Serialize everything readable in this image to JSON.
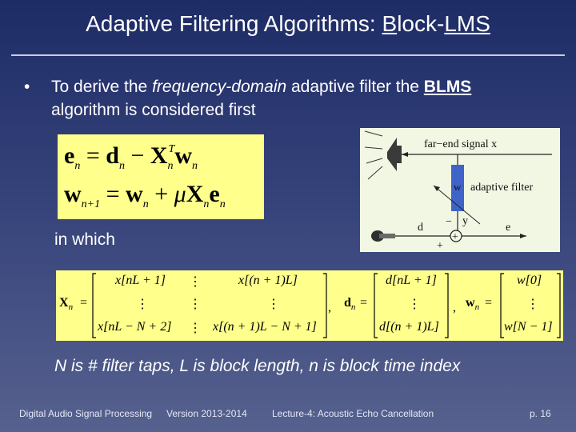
{
  "title": {
    "prefix": "Adaptive Filtering Algorithms: ",
    "b": "B",
    "dash": "lock-",
    "lms": "LMS"
  },
  "bullet": {
    "pre": "To derive the ",
    "em": "frequency-domain",
    "mid": " adaptive filter the ",
    "strong": "BLMS",
    "post": "algorithm is considered first"
  },
  "equations": {
    "eq1": {
      "lhs": "e",
      "lhs_sub": "n",
      "eq": "=",
      "d": "d",
      "d_sub": "n",
      "minus": "−",
      "X": "X",
      "X_sub": "n",
      "X_sup": "T",
      "w": "w",
      "w_sub": "n"
    },
    "eq2": {
      "lhs": "w",
      "lhs_sub": "n+1",
      "eq": "=",
      "w": "w",
      "w_sub": "n",
      "plus": "+",
      "mu": "μ",
      "X": "X",
      "X_sub": "n",
      "e": "e",
      "e_sub": "n"
    }
  },
  "figure": {
    "far_end": "far−end signal x",
    "w": "w",
    "adaptive": "adaptive filter",
    "d": "d",
    "y": "y",
    "e": "e",
    "minus": "−",
    "plus": "+",
    "plus2": "+"
  },
  "in_which": "in which",
  "matrices": {
    "Xn": "X",
    "Xn_sub": "n",
    "eq": "=",
    "r1c1": "x[nL + 1]",
    "r1c2": "x[(n + 1)L]",
    "r2c1": "⋮",
    "r2c2": "⋮",
    "r1c1b": "⋮",
    "r3c1": "x[nL − N + 2]",
    "r3c2": "x[(n + 1)L − N + 1]",
    "comma1": ",",
    "dn": "d",
    "dn_sub": "n",
    "d1": "d[nL + 1]",
    "d2": "⋮",
    "d3": "d[(n + 1)L]",
    "comma2": ",",
    "wn": "w",
    "wn_sub": "n",
    "w1": "w[0]",
    "w2": "⋮",
    "w3": "w[N − 1]"
  },
  "note": "N is # filter taps, L is block length, n is block time index",
  "footer": {
    "course": "Digital Audio Signal Processing",
    "version": "Version 2013-2014",
    "lecture": "Lecture-4: Acoustic Echo Cancellation",
    "page": "p. 16"
  }
}
